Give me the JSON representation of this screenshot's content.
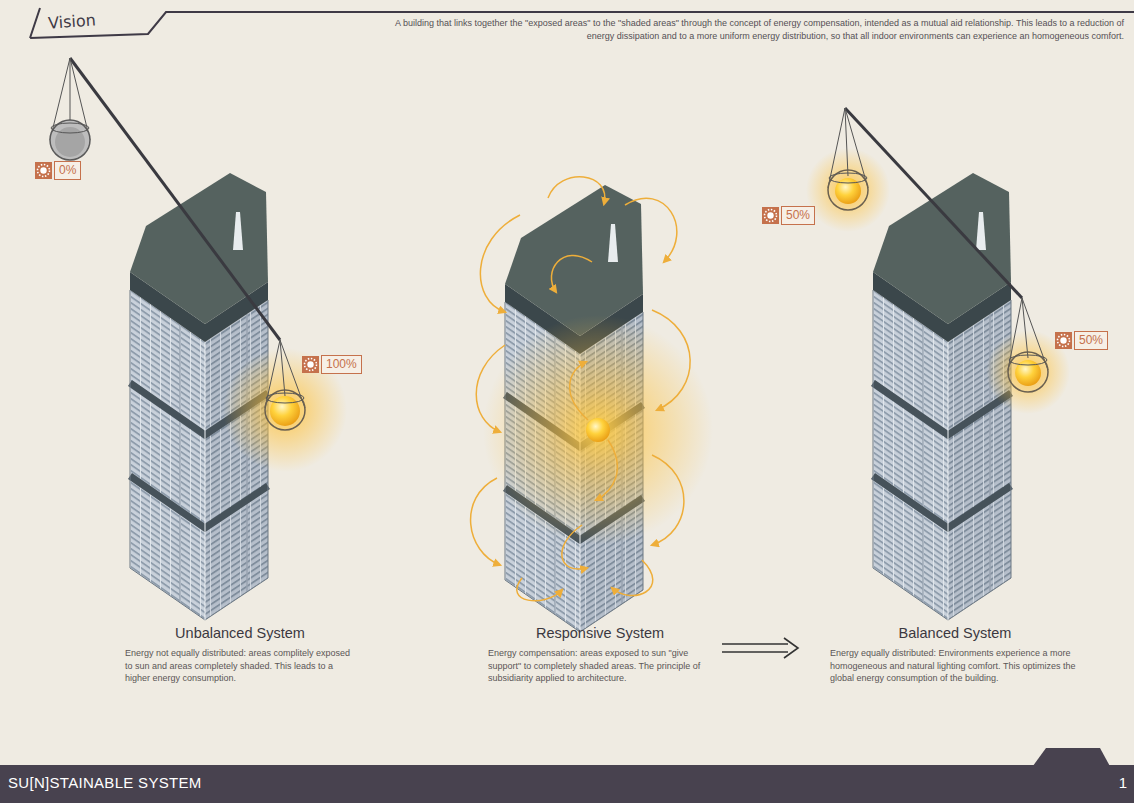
{
  "diagram": {
    "title": "Vision",
    "nodes": [
      {
        "text": [
          "Unbalanced System",
          "Energy not equally distributed: areas complitely exposed to sun and areas completely shaded. This leads to a higher energy consumption."
        ]
      },
      {
        "text": [
          "0%"
        ]
      },
      {
        "text": [
          "100%"
        ]
      },
      {
        "text": [
          "Responsive System",
          "Energy compensation: areas exposed to sun \"give support\" to completely shaded areas. The principle of subsidiarity applied to architecture."
        ]
      },
      {
        "text": [
          "Balanced System",
          "Energy equally distributed: Environments experience a more homogeneous and natural lighting comfort. This optimizes the global energy consumption of the building."
        ]
      },
      {
        "text": [
          "50%"
        ]
      },
      {
        "text": [
          "50%"
        ]
      },
      {
        "text": [
          "SU[N]STAINABLE SYSTEM",
          "1"
        ]
      }
    ],
    "edges": [
      {
        "from": 3,
        "to": 4,
        "arrow": "to"
      }
    ],
    "labels": [
      "A building that links together the \"exposed areas\" to the \"shaded areas\" through the concept of energy compensation, intended as a mutual aid relationship. This leads to a reduction of energy dissipation and to a more uniform energy distribution, so that all indoor environments can experience an homogeneous comfort."
    ]
  }
}
